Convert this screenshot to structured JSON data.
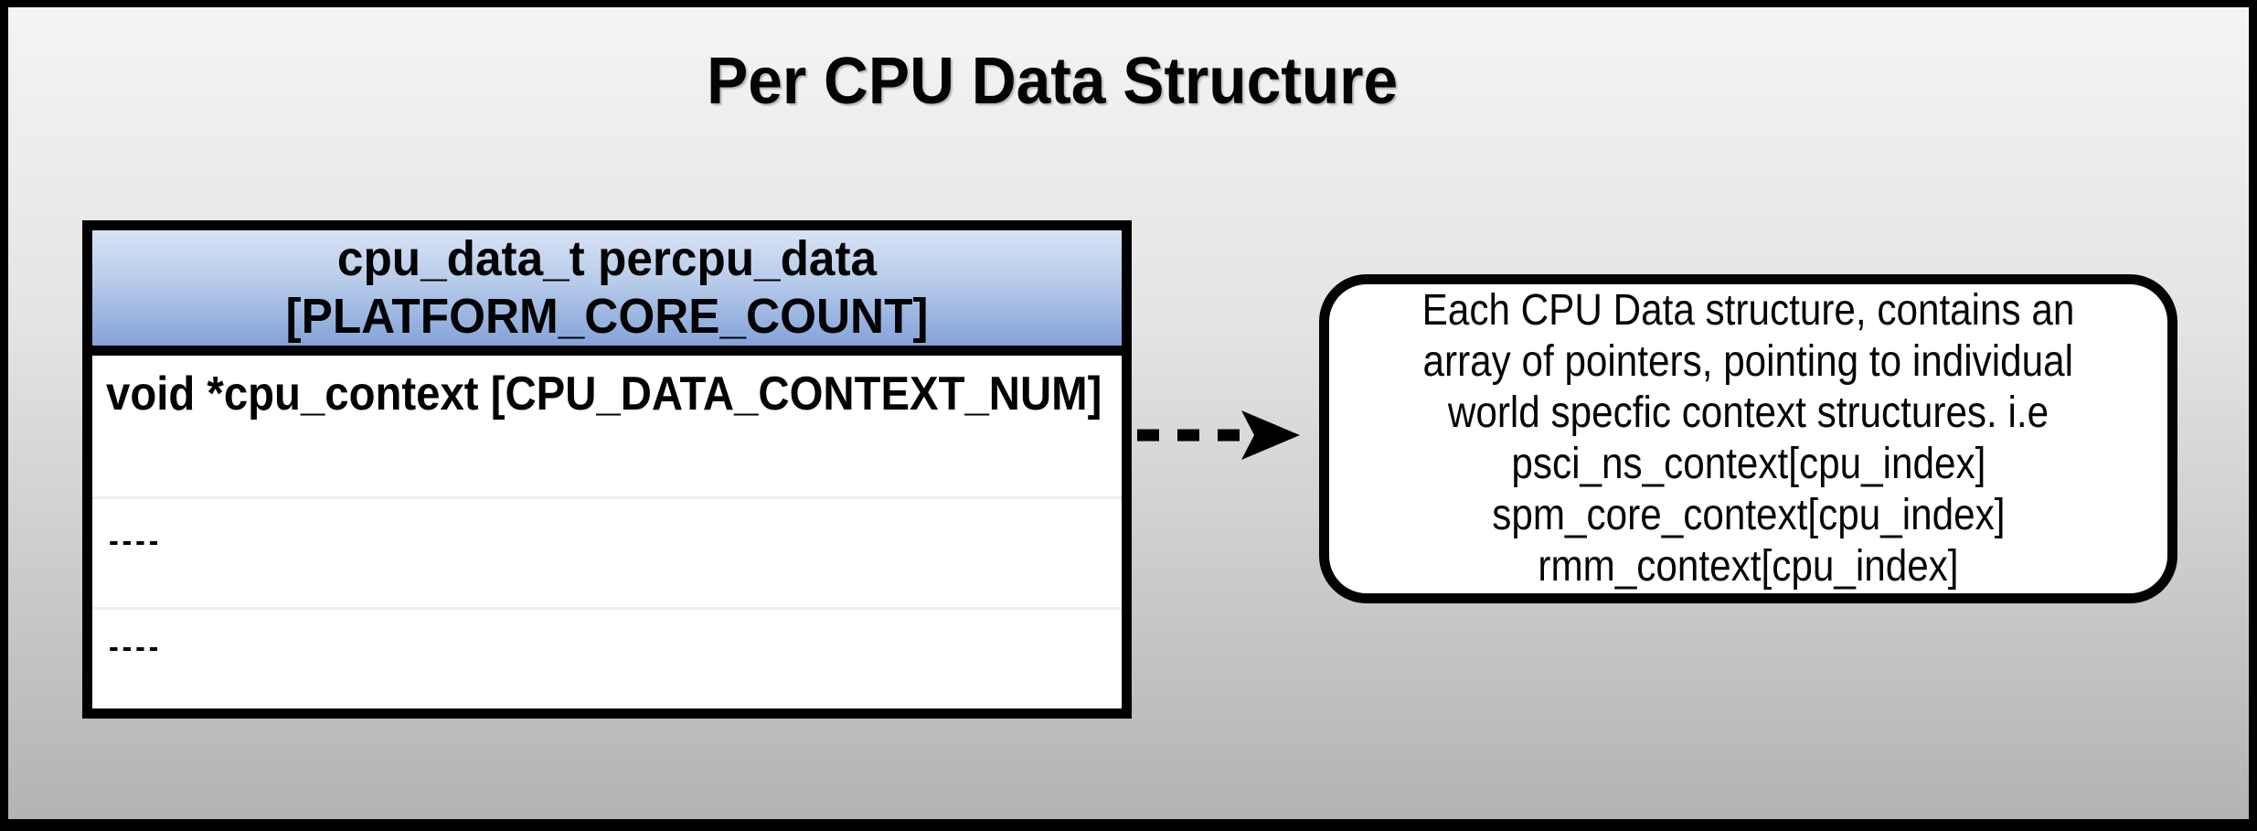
{
  "title": "Per CPU Data Structure",
  "struct_table": {
    "header": {
      "line1": "cpu_data_t percpu_data",
      "line2": "[PLATFORM_CORE_COUNT]"
    },
    "rows": [
      {
        "text": "void *cpu_context [CPU_DATA_CONTEXT_NUM]"
      },
      {
        "text": "----"
      },
      {
        "text": "----"
      }
    ]
  },
  "connector": {
    "style": "dashed",
    "direction": "right",
    "from": "cpu_context row",
    "to": "callout"
  },
  "callout": {
    "lines": [
      "Each CPU Data structure, contains an",
      "array of pointers, pointing to individual",
      "world specfic context structures. i.e",
      "psci_ns_context[cpu_index]",
      "spm_core_context[cpu_index]",
      "rmm_context[cpu_index]"
    ]
  },
  "colors": {
    "frame": "#000000",
    "background_top": "#f4f4f4",
    "background_bottom": "#b3b3b3",
    "header_gradient_top": "#d7e2f5",
    "header_gradient_bottom": "#84a3d9",
    "row_divider": "#ededed",
    "text": "#030303",
    "box_background": "#ffffff"
  }
}
